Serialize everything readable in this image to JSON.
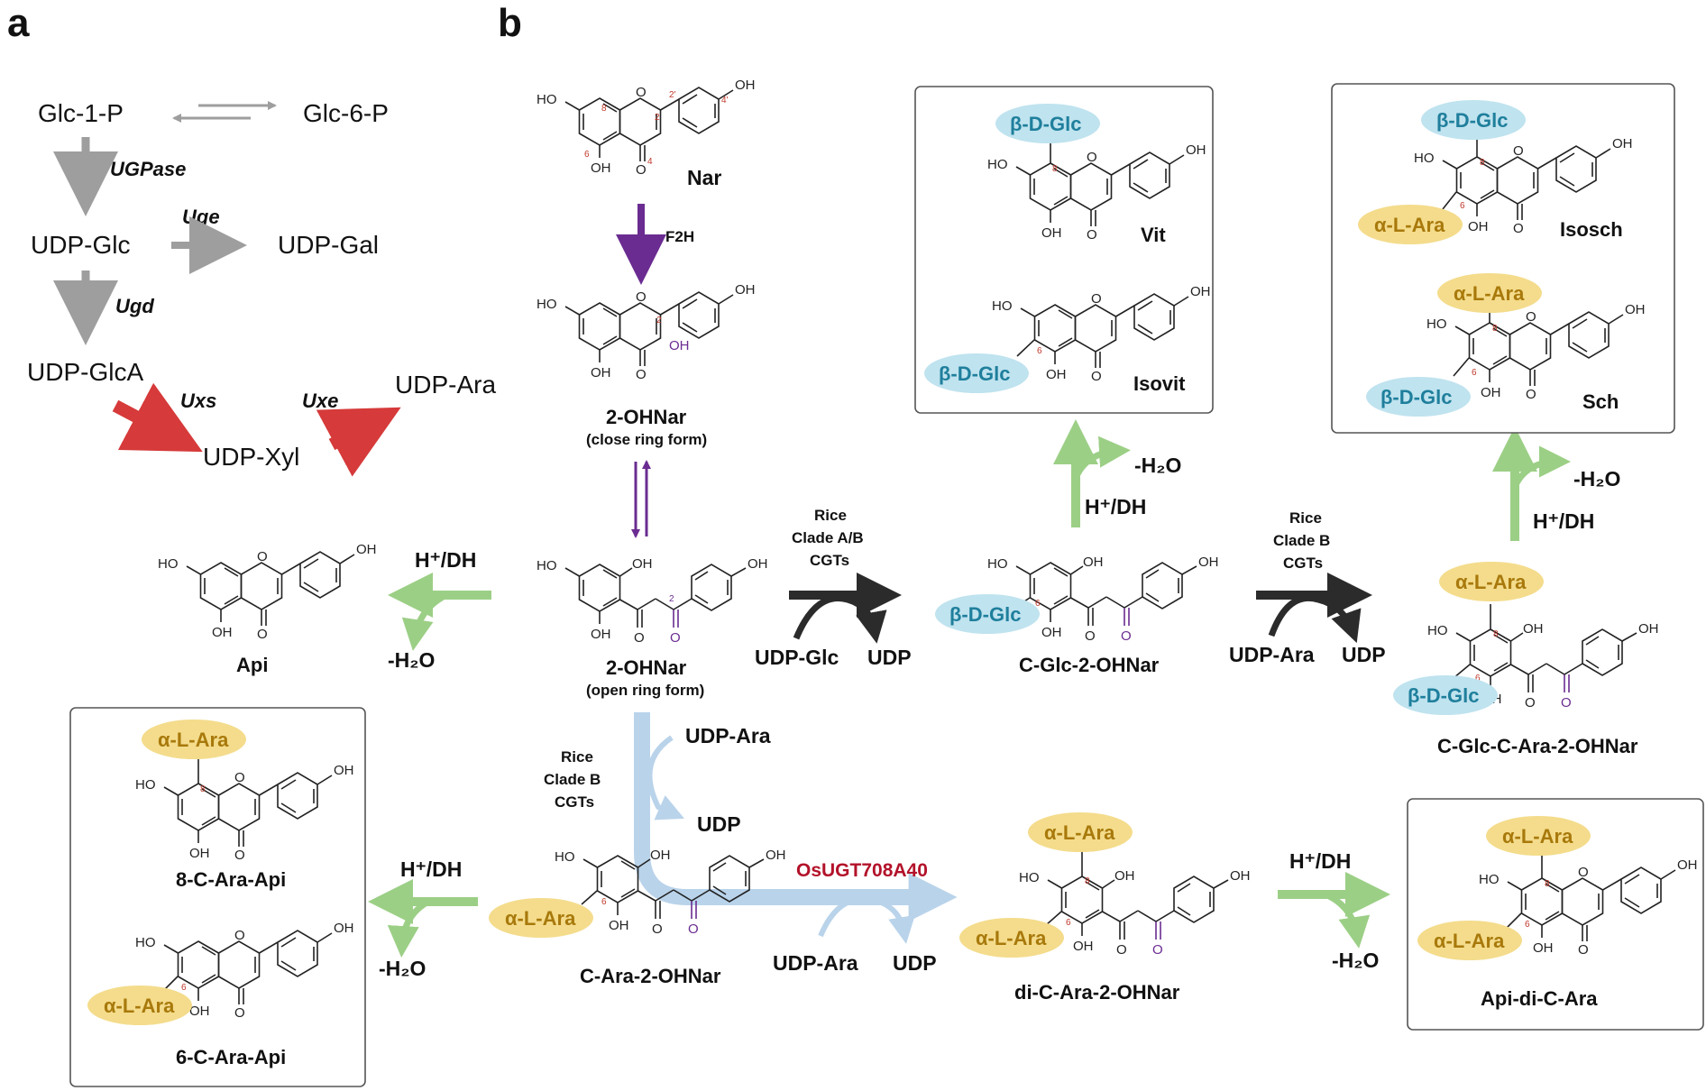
{
  "panels": {
    "a": "a",
    "b": "b"
  },
  "panel_a": {
    "glc1p": "Glc-1-P",
    "glc6p": "Glc-6-P",
    "ugpase": "UGPase",
    "udp_glc": "UDP-Glc",
    "uge": "Uge",
    "udp_gal": "UDP-Gal",
    "ugd": "Ugd",
    "udp_glca": "UDP-GlcA",
    "uxs": "Uxs",
    "uxe": "Uxe",
    "udp_ara": "UDP-Ara",
    "udp_xyl": "UDP-Xyl"
  },
  "panel_b": {
    "nar": "Nar",
    "f2h": "F2H",
    "ohnar_close": "2-OHNar",
    "ohnar_close_sub": "(close ring form)",
    "ohnar_open": "2-OHNar",
    "ohnar_open_sub": "(open ring form)",
    "api": "Api",
    "h_dh": "H⁺/DH",
    "minus_h2o": "-H₂O",
    "rice_ab": [
      "Rice",
      "Clade A/B",
      "CGTs"
    ],
    "rice_b": [
      "Rice",
      "Clade B",
      "CGTs"
    ],
    "udp_glc": "UDP-Glc",
    "udp": "UDP",
    "udp_ara": "UDP-Ara",
    "c_glc_2ohnar": "C-Glc-2-OHNar",
    "vit": "Vit",
    "isovit": "Isovit",
    "isosch": "Isosch",
    "sch": "Sch",
    "c_glc_c_ara": "C-Glc-C-Ara-2-OHNar",
    "c_ara_2ohnar": "C-Ara-2-OHNar",
    "di_c_ara": "di-C-Ara-2-OHNar",
    "api_di_c_ara": "Api-di-C-Ara",
    "ara_api_8": "8-C-Ara-Api",
    "ara_api_6": "6-C-Ara-Api",
    "osugt": "OsUGT708A40",
    "glc_label": "β-D-Glc",
    "ara_label": "α-L-Ara"
  },
  "colors": {
    "gray_arrow": "#9e9e9e",
    "red_arrow": "#d63a3a",
    "purple": "#6a2c91",
    "green": "#9ccf86",
    "blue_light": "#b9d3ea",
    "dark": "#2b2b2b",
    "glc_fill": "#bfe3ef",
    "ara_fill": "#f4dc8c"
  },
  "icons": [
    "flavone-structure",
    "chalcone-structure"
  ]
}
